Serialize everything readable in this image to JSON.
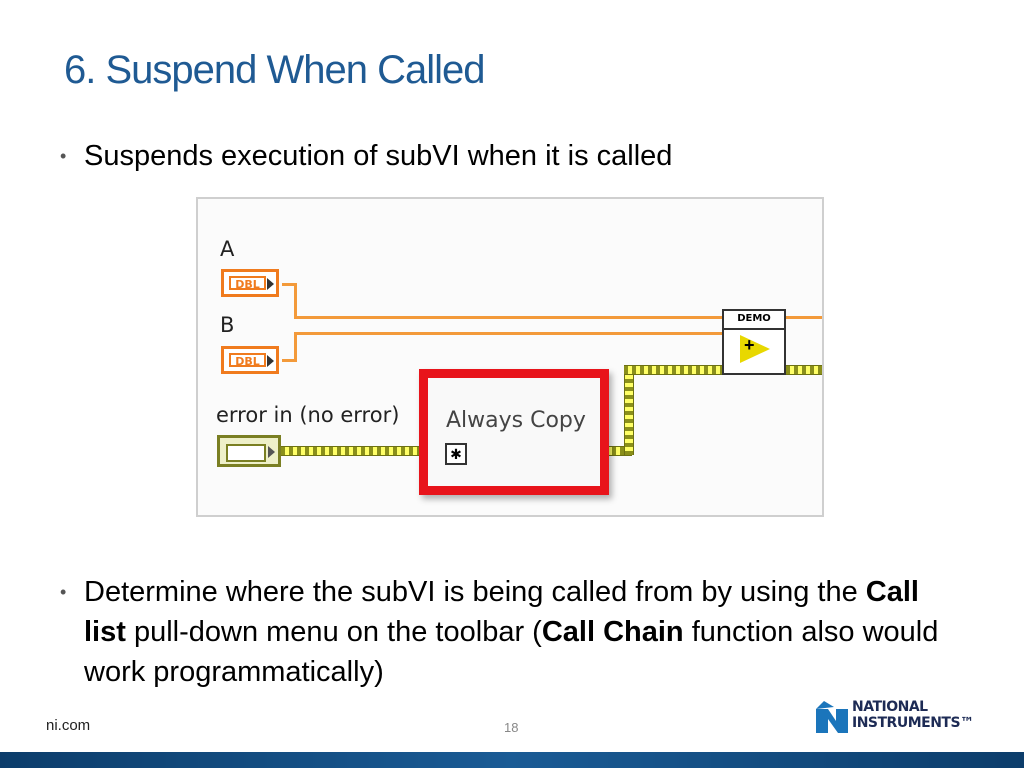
{
  "slide": {
    "title": "6. Suspend When Called",
    "bullet_marker": "•",
    "bullet1": "Suspends execution of subVI when it is called",
    "bullet2": {
      "part1": "Determine where the subVI is being called from by using the ",
      "bold1": "Call list",
      "part2": " pull-down menu  on the toolbar (",
      "bold2": "Call Chain",
      "part3": " function also would work programmatically)"
    }
  },
  "diagram": {
    "label_a": "A",
    "label_b": "B",
    "label_error": "error in (no error)",
    "dbl_a": "DBL",
    "dbl_b": "DBL",
    "always_copy": "Always Copy",
    "node_symbol": "✱",
    "subvi_header": "DEMO",
    "subvi_symbol": "+"
  },
  "footer": {
    "url": "ni.com",
    "page_number": "18",
    "logo_line1": "NATIONAL",
    "logo_line2": "INSTRUMENTS™"
  },
  "colors": {
    "title": "#1f5a93",
    "accent_red": "#e8141b",
    "orange_wire": "#f39a3a",
    "error_wire": "#8a8f1a",
    "footer_bar": "#1a5b95"
  },
  "icons": [
    "national-instruments-logo-mark",
    "dbl-terminal",
    "error-cluster-terminal",
    "always-copy-node",
    "demo-subvi-icon"
  ]
}
